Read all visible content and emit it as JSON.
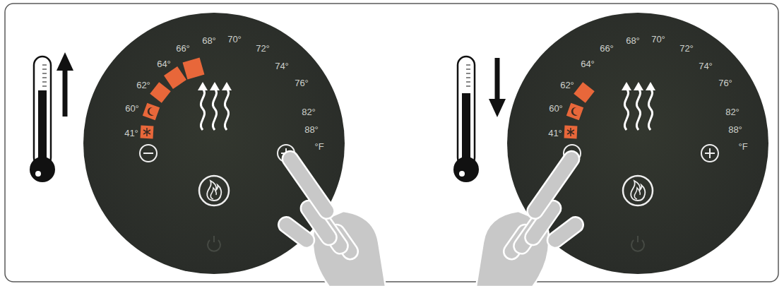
{
  "diagram": {
    "nodes": [
      {
        "text": [
          "41°",
          "60°",
          "62°",
          "64°",
          "66°",
          "68°",
          "70°",
          "72°",
          "74°",
          "76°",
          "82°",
          "88°",
          "°F"
        ]
      },
      {
        "text": [
          "41°",
          "60°",
          "62°",
          "64°",
          "66°",
          "68°",
          "70°",
          "72°",
          "74°",
          "76°",
          "82°",
          "88°",
          "°F"
        ]
      }
    ]
  }
}
